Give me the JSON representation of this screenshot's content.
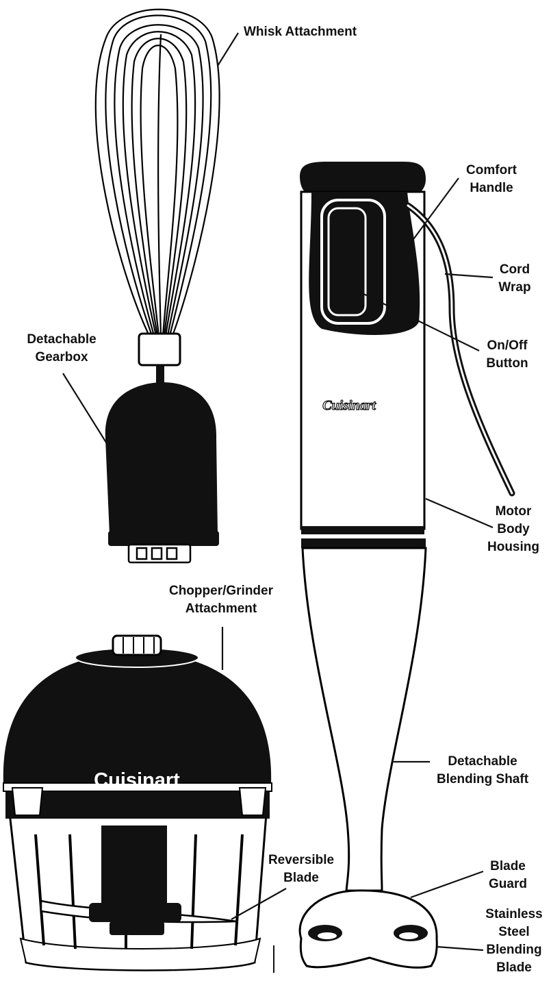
{
  "colors": {
    "ink": "#111111",
    "outline": "#000000",
    "background": "#ffffff",
    "body_fill": "#ffffff"
  },
  "logos": {
    "handle_brand": "Cuisinart",
    "chopper_brand": "Cuisinart"
  },
  "labels": {
    "whisk": [
      "Whisk Attachment"
    ],
    "gearbox": [
      "Detachable",
      "Gearbox"
    ],
    "comfort_handle": [
      "Comfort",
      "Handle"
    ],
    "cord_wrap": [
      "Cord",
      "Wrap"
    ],
    "onoff": [
      "On/Off",
      "Button"
    ],
    "motor": [
      "Motor",
      "Body",
      "Housing"
    ],
    "chopper": [
      "Chopper/Grinder",
      "Attachment"
    ],
    "shaft": [
      "Detachable",
      "Blending Shaft"
    ],
    "reversible": [
      "Reversible",
      "Blade"
    ],
    "guard": [
      "Blade",
      "Guard"
    ],
    "steel": [
      "Stainless",
      "Steel",
      "Blending",
      "Blade"
    ]
  }
}
